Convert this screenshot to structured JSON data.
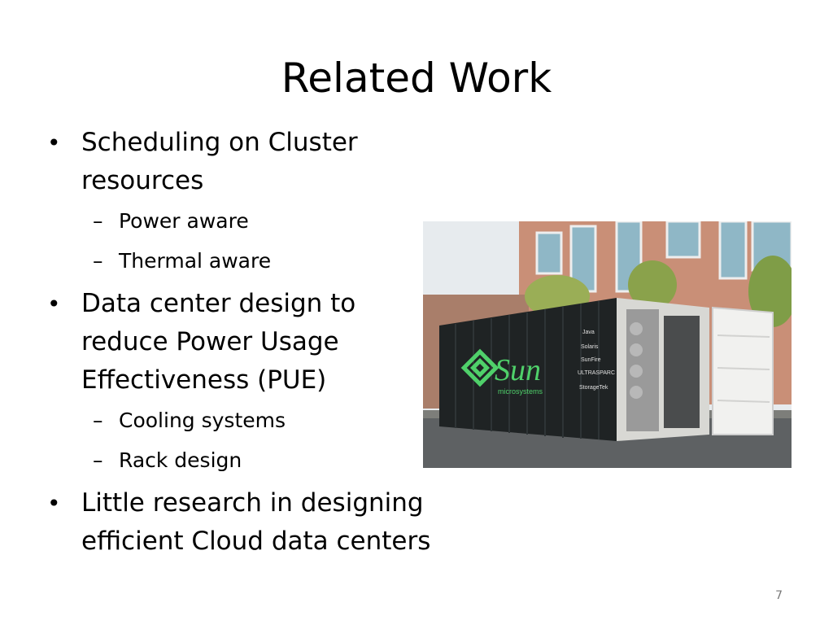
{
  "slide": {
    "title": "Related Work",
    "page_number": "7",
    "bullets": [
      {
        "text": "Scheduling on Cluster resources",
        "sub": [
          "Power aware",
          "Thermal aware"
        ]
      },
      {
        "text": "Data center design to reduce Power Usage Effectiveness (PUE)",
        "sub": [
          "Cooling systems",
          "Rack design"
        ]
      },
      {
        "text": "Little research in designing efficient Cloud data centers",
        "sub": []
      }
    ],
    "bullet_glyph": "•",
    "sub_glyph": "–"
  },
  "photo": {
    "logo_text": "Sun",
    "logo_sub": "microsystems",
    "side_labels": [
      "Java",
      "Solaris",
      "SunFire",
      "ULTRASPARC",
      "StorageTek"
    ],
    "colors": {
      "container": "#1f2324",
      "logo_green": "#4fd06a",
      "sky": "#e7ebee",
      "building": "#c98f77"
    }
  }
}
